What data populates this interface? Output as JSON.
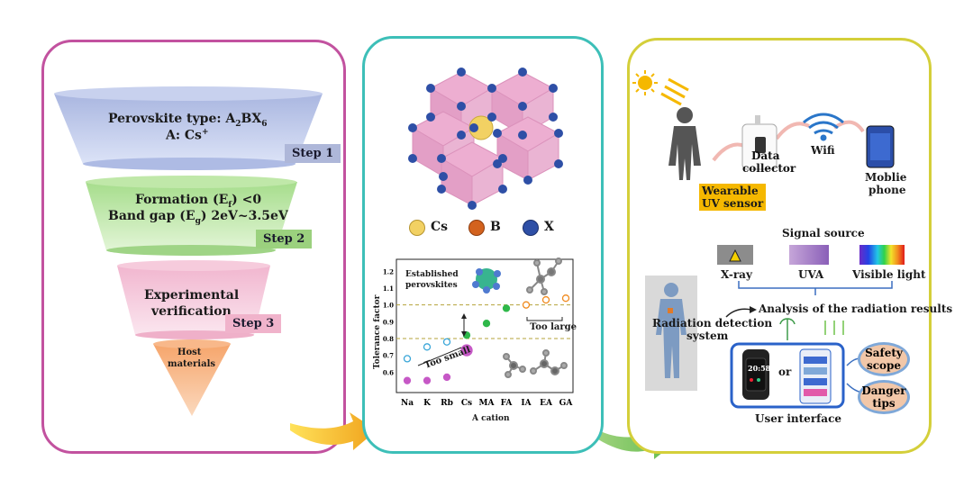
{
  "funnel": {
    "stage1": {
      "line1": "Perovskite type: A",
      "line1_sub1": "2",
      "line1_mid": "BX",
      "line1_sub2": "6",
      "line2": "A: Cs",
      "line2_sup": "+",
      "step": "Step 1"
    },
    "stage2": {
      "line1_a": "Formation (E",
      "line1_sub": "f",
      "line1_b": ") <0",
      "line2_a": "Band gap (E",
      "line2_sub": "g",
      "line2_b": ") 2eV~3.5eV",
      "step": "Step 2"
    },
    "stage3": {
      "line1": "Experimental",
      "line2": "verification",
      "step": "Step 3"
    },
    "stage4": {
      "line1": "Host",
      "line2": "materials"
    }
  },
  "structure_legend": [
    {
      "label": "Cs",
      "color": "#f2d163"
    },
    {
      "label": "B",
      "color": "#d3621e"
    },
    {
      "label": "X",
      "color": "#2e4fa6"
    }
  ],
  "tolerance_chart": {
    "ylabel": "Tolerance factor",
    "xlabel": "A cation",
    "annot_established": "Established",
    "annot_perovskites": "perovskites",
    "annot_too_small": "Too small",
    "annot_too_large": "Too large"
  },
  "chart_data": {
    "type": "scatter",
    "categories": [
      "Na",
      "K",
      "Rb",
      "Cs",
      "MA",
      "FA",
      "IA",
      "EA",
      "GA"
    ],
    "ylim": [
      0.5,
      1.25
    ],
    "yticks": [
      "0.6",
      "0.7",
      "0.8",
      "0.9",
      "1.0",
      "1.1",
      "1.2"
    ],
    "ytick_values": [
      0.6,
      0.7,
      0.8,
      0.9,
      1.0,
      1.1,
      1.2
    ],
    "reference_lines": [
      1.0,
      0.8
    ],
    "series": [
      {
        "values": [
          0.55,
          0.55,
          0.57,
          0.73,
          null,
          null,
          null,
          null,
          null
        ],
        "color": "#c658c6",
        "hollow": false
      },
      {
        "values": [
          0.68,
          0.75,
          0.78,
          null,
          null,
          null,
          null,
          null,
          null
        ],
        "color": "#3aa6d8",
        "hollow": true
      },
      {
        "values": [
          null,
          null,
          null,
          0.82,
          0.89,
          0.98,
          null,
          null,
          null
        ],
        "color": "#2fb84a",
        "hollow": false
      },
      {
        "values": [
          null,
          null,
          null,
          null,
          null,
          null,
          1.0,
          1.03,
          1.04
        ],
        "color": "#f08a1e",
        "hollow": true
      }
    ]
  },
  "workflow": {
    "sensor": [
      "Wearable",
      "UV sensor"
    ],
    "collector": [
      "Data",
      "collector"
    ],
    "wifi": "Wifi",
    "phone": [
      "Moblie",
      "phone"
    ]
  },
  "signal": {
    "title": "Signal source",
    "sources": [
      "X-ray",
      "UVA",
      "Visible light"
    ],
    "analysis": "Analysis of the radiation results",
    "system": [
      "Radiation detection",
      "system"
    ],
    "ui_label": "User interface",
    "or_label": "or",
    "watch_time": "20:58",
    "safety": [
      "Safety",
      "scope"
    ],
    "danger": [
      "Danger",
      "tips"
    ]
  }
}
